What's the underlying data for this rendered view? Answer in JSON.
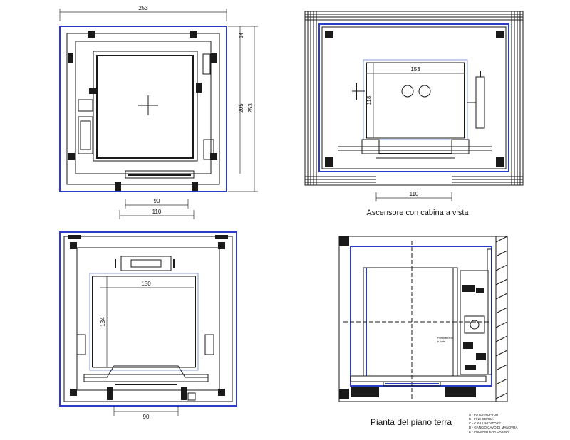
{
  "plan_top_left": {
    "dim_width": "253",
    "dim_top_small": "14",
    "dim_inner_height": "205",
    "dim_outer_height": "253",
    "dim_door": "90",
    "dim_door_outer": "110"
  },
  "plan_top_right": {
    "caption": "Ascensore con cabina a vista",
    "dim_cabin_width": "153",
    "dim_cabin_depth": "118",
    "dim_door": "110"
  },
  "plan_bottom_left": {
    "dim_cabin_width": "150",
    "dim_cabin_depth": "134",
    "dim_door": "90"
  },
  "plan_bottom_right": {
    "caption": "Pianta del piano terra",
    "note": "Pulsantiera ed\ne porte",
    "legend": [
      "A - FOTORRUPTOR",
      "B - FINE CORSA",
      "C - CAVI LIMITATORE",
      "D - GANCIO CAVO DI MANOVRA",
      "E - PULSANTIERA CABINA"
    ]
  },
  "colors": {
    "accent_blue": "#2a3cc8",
    "line": "#1a1a1a"
  }
}
